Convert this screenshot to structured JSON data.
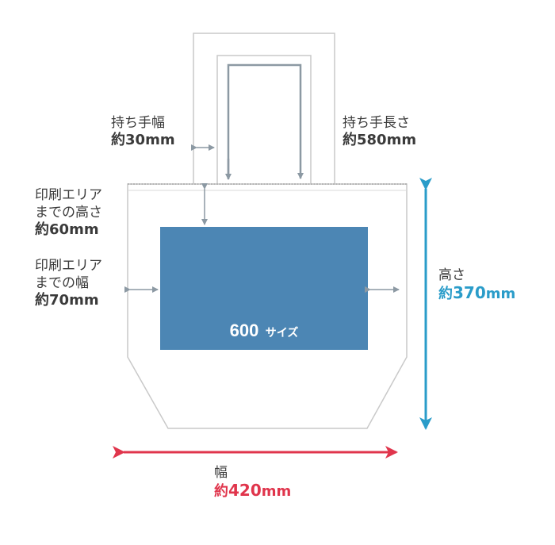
{
  "handle_width": {
    "label": "持ち手幅",
    "prefix": "約",
    "value": "30",
    "unit": "mm"
  },
  "handle_length": {
    "label": "持ち手長さ",
    "prefix": "約",
    "value": "580",
    "unit": "mm"
  },
  "print_top": {
    "label_line1": "印刷エリア",
    "label_line2": "までの高さ",
    "prefix": "約",
    "value": "60",
    "unit": "mm"
  },
  "print_side": {
    "label_line1": "印刷エリア",
    "label_line2": "までの幅",
    "prefix": "約",
    "value": "70",
    "unit": "mm"
  },
  "height": {
    "label": "高さ",
    "prefix": "約",
    "value": "370",
    "unit": "mm"
  },
  "width": {
    "label": "幅",
    "prefix": "約",
    "value": "420",
    "unit": "mm"
  },
  "print_area": {
    "size": "600",
    "suffix": "サイズ"
  },
  "colors": {
    "outline": "#c9c9c9",
    "gray_arrow": "#8c99a3",
    "print_fill": "#4c86b4",
    "height_blue": "#2a9cc9",
    "width_red": "#e0354c",
    "text": "#3a3a3a"
  }
}
